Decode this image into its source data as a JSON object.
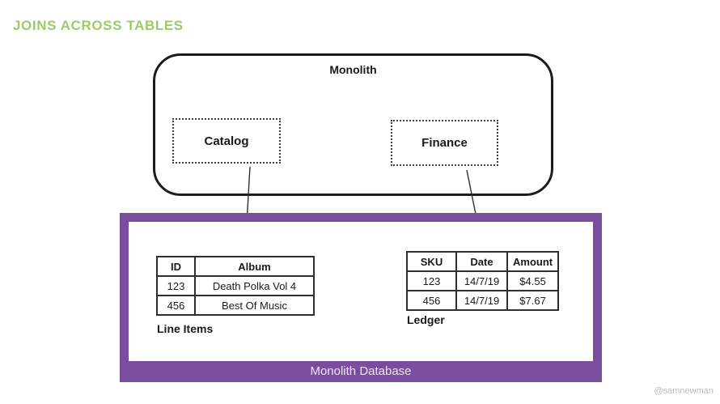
{
  "slide": {
    "title": "JOINS ACROSS TABLES",
    "watermark": "@samnewman"
  },
  "colors": {
    "title_green": "#9bcb6a",
    "db_purple": "#7b4d9e",
    "line_dark": "#1c1c1c"
  },
  "monolith": {
    "label": "Monolith",
    "modules": [
      {
        "label": "Catalog"
      },
      {
        "label": "Finance"
      }
    ]
  },
  "database": {
    "label": "Monolith Database",
    "tables": {
      "line_items": {
        "caption": "Line Items",
        "headers": [
          "ID",
          "Album"
        ],
        "rows": [
          [
            "123",
            "Death Polka Vol 4"
          ],
          [
            "456",
            "Best Of Music"
          ]
        ]
      },
      "ledger": {
        "caption": "Ledger",
        "headers": [
          "SKU",
          "Date",
          "Amount"
        ],
        "rows": [
          [
            "123",
            "14/7/19",
            "$4.55"
          ],
          [
            "456",
            "14/7/19",
            "$7.67"
          ]
        ]
      }
    }
  }
}
